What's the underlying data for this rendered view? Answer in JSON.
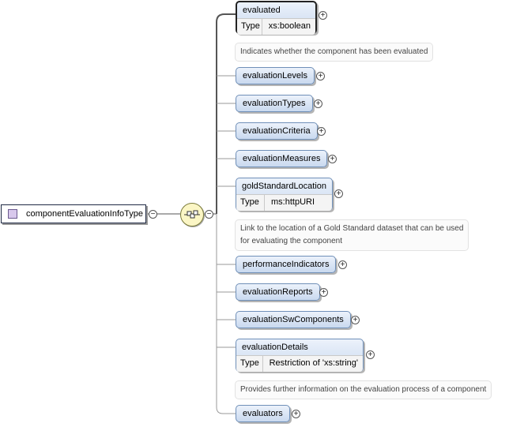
{
  "root": {
    "name": "componentEvaluationInfoType"
  },
  "labels": {
    "type_key": "Type"
  },
  "elements": [
    {
      "name": "evaluated",
      "type": "xs:boolean",
      "doc": "Indicates whether the component has been evaluated"
    },
    {
      "name": "evaluationLevels"
    },
    {
      "name": "evaluationTypes"
    },
    {
      "name": "evaluationCriteria"
    },
    {
      "name": "evaluationMeasures"
    },
    {
      "name": "goldStandardLocation",
      "type": "ms:httpURI",
      "doc_lines": [
        "Link to the location of a Gold Standard dataset that can be used",
        "for evaluating the component"
      ]
    },
    {
      "name": "performanceIndicators"
    },
    {
      "name": "evaluationReports"
    },
    {
      "name": "evaluationSwComponents"
    },
    {
      "name": "evaluationDetails",
      "type": "Restriction of 'xs:string'",
      "doc": "Provides further information on the evaluation process of a component"
    },
    {
      "name": "evaluators"
    }
  ],
  "icons": {
    "expanded": "minus-toggle-icon",
    "collapsed": "plus-toggle-icon",
    "sequence": "sequence-compositor-icon"
  }
}
